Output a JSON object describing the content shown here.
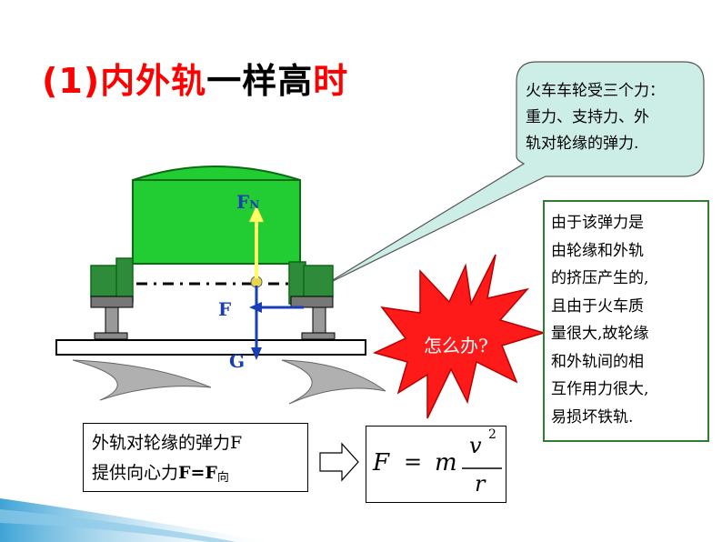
{
  "title": {
    "part_red1": "(1)内外轨",
    "part_black": "一样高",
    "part_red2": "时"
  },
  "bubble": {
    "lines": [
      "火车车轮受三个力：",
      "重力、支持力、外",
      "轨对轮缘的弹力."
    ]
  },
  "explanation": {
    "lines": [
      "由于该弹力是",
      "由轮缘和外轨",
      "的挤压产生的,",
      "且由于火车质",
      "量很大,故轮缘",
      "和外轨间的相",
      "互作用力很大,",
      "易损坏铁轨."
    ]
  },
  "star": {
    "text": "怎么办?"
  },
  "force_labels": {
    "fn_main": "F",
    "fn_sub": "N",
    "f": "F",
    "g": "G"
  },
  "statement": {
    "line1": "外轨对轮缘的弹力F",
    "line2_text": "提供向心力",
    "line2_eq": "F=F",
    "line2_sub": "向"
  },
  "formula": {
    "lhs": "F",
    "eq": "=",
    "m": "m",
    "numerator": "v",
    "exponent": "2",
    "denominator": "r"
  },
  "colors": {
    "title_red": "#ff0000",
    "car_green": "#22cc33",
    "car_dark": "#0a6b12",
    "wheel_green": "#2e8b3a",
    "arrow_blue": "#1a3fb5",
    "arrow_yellow": "#ffff66",
    "bubble_fill": "#cdeee6",
    "star_red": "#ff1a1a",
    "box_border": "#2e7d32"
  }
}
